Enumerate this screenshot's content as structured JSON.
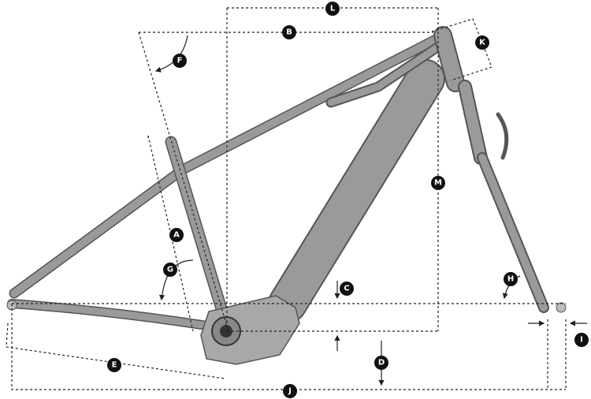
{
  "diagram": {
    "labels": {
      "A": "A",
      "B": "B",
      "C": "C",
      "D": "D",
      "E": "E",
      "F": "F",
      "G": "G",
      "H": "H",
      "I": "I",
      "J": "J",
      "K": "K",
      "L": "L",
      "M": "M"
    },
    "colors": {
      "frame": "#9a9a9a",
      "frame_edge": "#555555",
      "label_bg": "#111111",
      "dim_line": "#222222"
    }
  }
}
